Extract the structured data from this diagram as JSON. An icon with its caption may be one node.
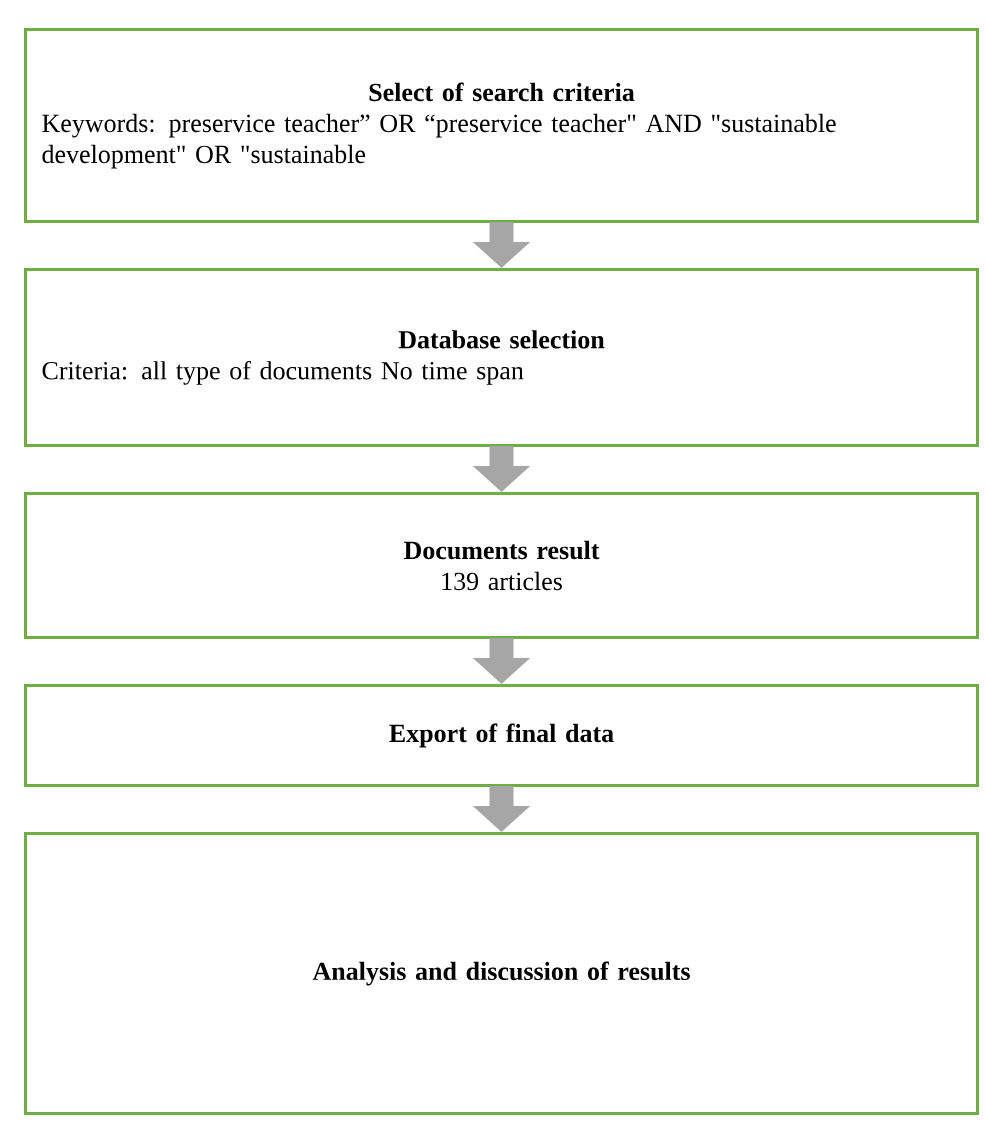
{
  "diagram": {
    "nodes": [
      {
        "text": [
          "Select of search criteria",
          "Keywords: preservice teacher” OR “preservice teacher\" AND \"sustainable development\" OR \"sustainable"
        ]
      },
      {
        "text": [
          "Database selection",
          "Criteria: all type of documents No time span"
        ]
      },
      {
        "text": [
          "Documents result",
          "139 articles"
        ]
      },
      {
        "text": [
          "Export of final data"
        ]
      },
      {
        "text": [
          "Analysis and discussion of results"
        ]
      }
    ],
    "edges": [
      {
        "from": 0,
        "to": 1,
        "arrow": "to"
      },
      {
        "from": 1,
        "to": 2,
        "arrow": "to"
      },
      {
        "from": 2,
        "to": 3,
        "arrow": "to"
      },
      {
        "from": 3,
        "to": 4,
        "arrow": "to"
      }
    ]
  }
}
